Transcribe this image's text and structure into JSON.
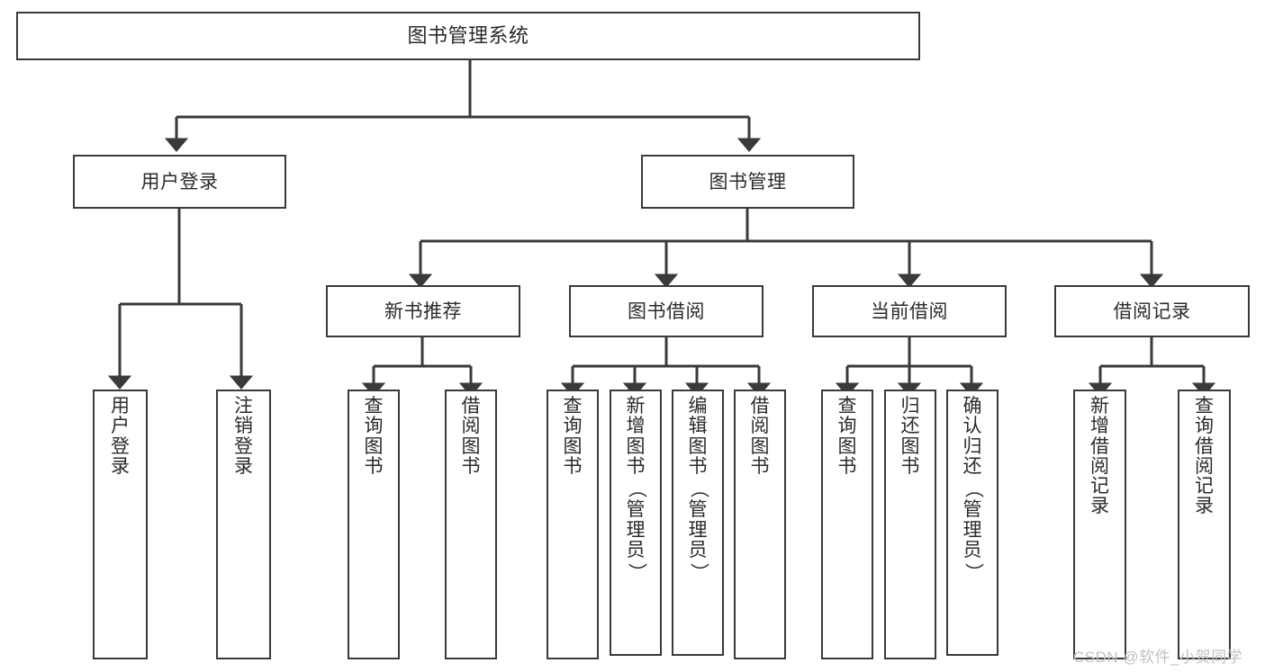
{
  "diagram": {
    "title_node": {
      "label": "图书管理系统"
    },
    "level2": [
      {
        "id": "user-login",
        "label": "用户登录"
      },
      {
        "id": "book-manage",
        "label": "图书管理"
      }
    ],
    "level3": [
      {
        "id": "new-book-recommend",
        "label": "新书推荐"
      },
      {
        "id": "book-borrow",
        "label": "图书借阅"
      },
      {
        "id": "current-borrow",
        "label": "当前借阅"
      },
      {
        "id": "borrow-record",
        "label": "借阅记录"
      }
    ],
    "leaves": [
      {
        "id": "leaf-user-login",
        "label": "用户登录",
        "chars": [
          "用",
          "户",
          "登",
          "录"
        ]
      },
      {
        "id": "leaf-logout-login",
        "label": "注销登录",
        "chars": [
          "注",
          "销",
          "登",
          "录"
        ]
      },
      {
        "id": "leaf-query-book-1",
        "label": "查询图书",
        "chars": [
          "查",
          "询",
          "图",
          "书"
        ]
      },
      {
        "id": "leaf-borrow-book-1",
        "label": "借阅图书",
        "chars": [
          "借",
          "阅",
          "图",
          "书"
        ]
      },
      {
        "id": "leaf-query-book-2",
        "label": "查询图书",
        "chars": [
          "查",
          "询",
          "图",
          "书"
        ]
      },
      {
        "id": "leaf-add-book-admin",
        "label": "新增图书（管理员）",
        "chars": [
          "新",
          "增",
          "图",
          "书",
          "（",
          "管",
          "理",
          "员",
          "）"
        ]
      },
      {
        "id": "leaf-edit-book-admin",
        "label": "编辑图书（管理员）",
        "chars": [
          "编",
          "辑",
          "图",
          "书",
          "（",
          "管",
          "理",
          "员",
          "）"
        ]
      },
      {
        "id": "leaf-borrow-book-2",
        "label": "借阅图书",
        "chars": [
          "借",
          "阅",
          "图",
          "书"
        ]
      },
      {
        "id": "leaf-query-book-3",
        "label": "查询图书",
        "chars": [
          "查",
          "询",
          "图",
          "书"
        ]
      },
      {
        "id": "leaf-return-book",
        "label": "归还图书",
        "chars": [
          "归",
          "还",
          "图",
          "书"
        ]
      },
      {
        "id": "leaf-confirm-return",
        "label": "确认归还（管理员）",
        "chars": [
          "确",
          "认",
          "归",
          "还",
          "（",
          "管",
          "理",
          "员",
          "）"
        ]
      },
      {
        "id": "leaf-add-record",
        "label": "新增借阅记录",
        "chars": [
          "新",
          "增",
          "借",
          "阅",
          "记",
          "录"
        ]
      },
      {
        "id": "leaf-query-record",
        "label": "查询借阅记录",
        "chars": [
          "查",
          "询",
          "借",
          "阅",
          "记",
          "录"
        ]
      }
    ],
    "watermark": "CSDN @软件_小贺同学",
    "colors": {
      "stroke": "#3a3a3a",
      "text": "#2b2b2b",
      "background": "#ffffff",
      "watermark": "#c2c2c2"
    }
  }
}
